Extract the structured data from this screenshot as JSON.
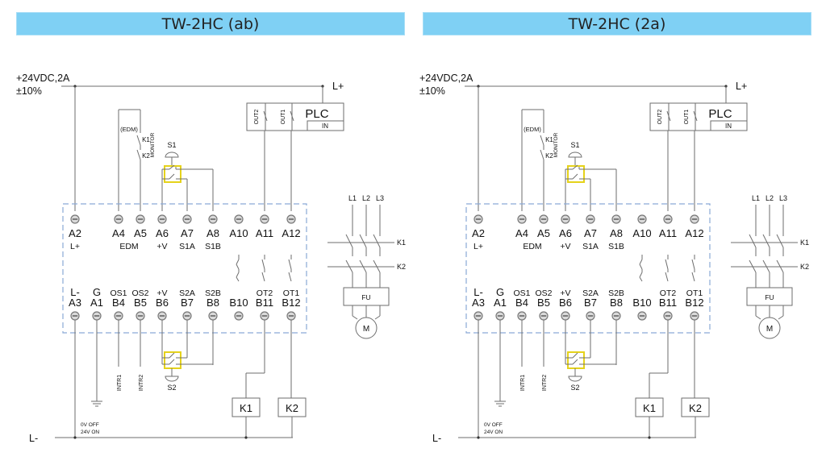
{
  "panels": [
    {
      "id": "ab",
      "title": "TW-2HC (ab)",
      "s1_contacts": [
        "open",
        "closed"
      ],
      "s2_contacts": [
        "closed",
        "open"
      ]
    },
    {
      "id": "2a",
      "title": "TW-2HC (2a)",
      "s1_contacts": [
        "open",
        "open"
      ],
      "s2_contacts": [
        "open",
        "open"
      ]
    }
  ],
  "labels": {
    "supply_line1": "+24VDC,2A",
    "supply_line2": "±10%",
    "l_plus": "L+",
    "l_minus": "L-",
    "plc": "PLC",
    "plc_in": "IN",
    "plc_out1": "OUT1",
    "plc_out2": "OUT2",
    "edm_tag": "(EDM)",
    "monitor": "MONITOR",
    "k1": "K1",
    "k2": "K2",
    "s1": "S1",
    "s2": "S2",
    "intr1": "INTR1",
    "intr2": "INTR2",
    "g_note_line1": "0V  OFF",
    "g_note_line2": "24V  ON",
    "fu": "FU",
    "motor": "M",
    "phases": [
      "L1",
      "L2",
      "L3"
    ]
  },
  "top_terminals": [
    {
      "id": "A2",
      "sub": "L+"
    },
    {
      "id": "A4",
      "sub": ""
    },
    {
      "id": "A5",
      "sub": ""
    },
    {
      "id": "A6",
      "sub": "+V"
    },
    {
      "id": "A7",
      "sub": "S1A"
    },
    {
      "id": "A8",
      "sub": "S1B"
    },
    {
      "id": "A10",
      "sub": ""
    },
    {
      "id": "A11",
      "sub": ""
    },
    {
      "id": "A12",
      "sub": ""
    }
  ],
  "edm_group_label": "EDM",
  "bottom_terminals": [
    {
      "id": "A3",
      "sup": "L-"
    },
    {
      "id": "A1",
      "sup": "G"
    },
    {
      "id": "B4",
      "sup": "OS1"
    },
    {
      "id": "B5",
      "sup": "OS2"
    },
    {
      "id": "B6",
      "sup": "+V"
    },
    {
      "id": "B7",
      "sup": "S2A"
    },
    {
      "id": "B8",
      "sup": "S2B"
    },
    {
      "id": "B10",
      "sup": ""
    },
    {
      "id": "B11",
      "sup": "OT2"
    },
    {
      "id": "B12",
      "sup": "OT1"
    }
  ],
  "colors": {
    "title_bg": "#7fd0f4",
    "wire": "#6e6e6e",
    "dashed_box": "#8aa9d6",
    "switch_highlight": "#e5d21b"
  }
}
